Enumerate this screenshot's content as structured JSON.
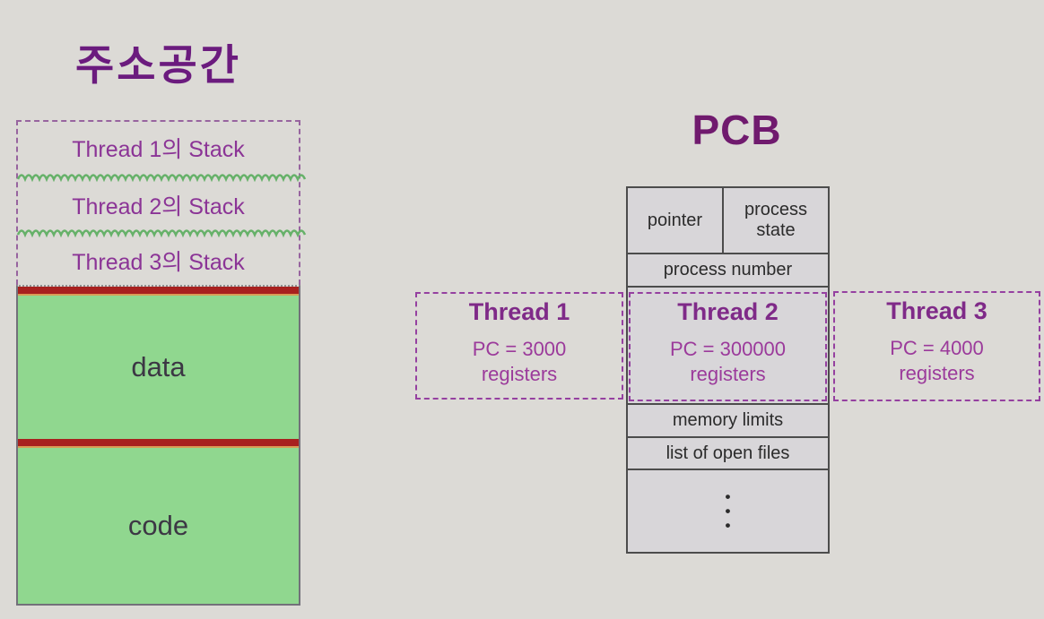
{
  "address_space": {
    "title": "주소공간",
    "stacks": [
      {
        "label": "Thread 1의 Stack"
      },
      {
        "label": "Thread 2의 Stack"
      },
      {
        "label": "Thread 3의 Stack"
      }
    ],
    "segments": [
      {
        "label": "data"
      },
      {
        "label": "code"
      }
    ]
  },
  "pcb": {
    "title": "PCB",
    "cells": {
      "pointer": "pointer",
      "process_state": "process state",
      "process_number": "process number",
      "memory_limits": "memory limits",
      "open_files": "list of open files"
    },
    "dots": [
      "•",
      "•",
      "•"
    ]
  },
  "threads": [
    {
      "name": "Thread 1",
      "pc": "PC = 3000",
      "registers": "registers"
    },
    {
      "name": "Thread 2",
      "pc": "PC = 300000",
      "registers": "registers"
    },
    {
      "name": "Thread 3",
      "pc": "PC = 4000",
      "registers": "registers"
    }
  ],
  "colors": {
    "background": "#dcdad6",
    "title_purple": "#6b1b7e",
    "thread_purple": "#9540a0",
    "stack_border_purple": "#97649f",
    "segment_green": "#90d78f",
    "zigzag_green": "#66b169",
    "bar_red": "#a8201f",
    "table_border_gray": "#4c4c4c"
  }
}
